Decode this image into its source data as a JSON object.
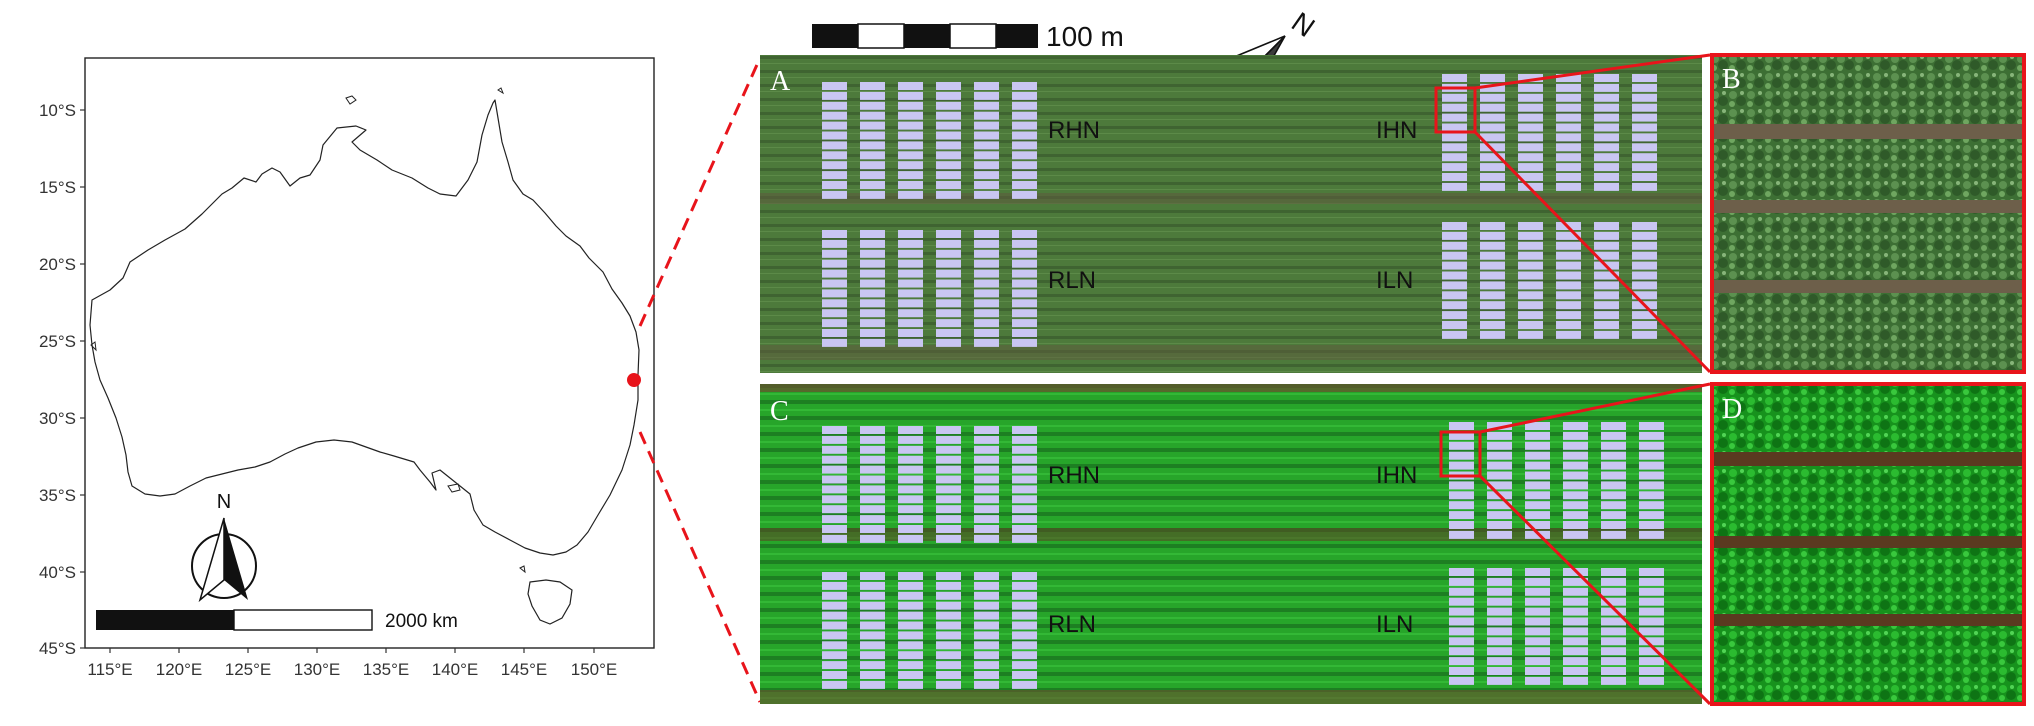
{
  "map": {
    "y_ticks": [
      "10°S",
      "15°S",
      "20°S",
      "25°S",
      "30°S",
      "35°S",
      "40°S",
      "45°S"
    ],
    "x_ticks": [
      "115°E",
      "120°E",
      "125°E",
      "130°E",
      "135°E",
      "140°E",
      "145°E",
      "150°E"
    ],
    "scale_label": "2000 km",
    "north_label": "N",
    "site_marker_color": "#e8141b"
  },
  "field": {
    "scale_label": "100 m",
    "north_label": "N",
    "panel_top": {
      "letter": "A",
      "plots": {
        "rhn": "RHN",
        "ihn": "IHN",
        "rln": "RLN",
        "iln": "ILN"
      }
    },
    "panel_bottom": {
      "letter": "C",
      "plots": {
        "rhn": "RHN",
        "ihn": "IHN",
        "rln": "RLN",
        "iln": "ILN"
      }
    },
    "inset_top_letter": "B",
    "inset_bottom_letter": "D",
    "highlight_color": "#e8141b"
  }
}
